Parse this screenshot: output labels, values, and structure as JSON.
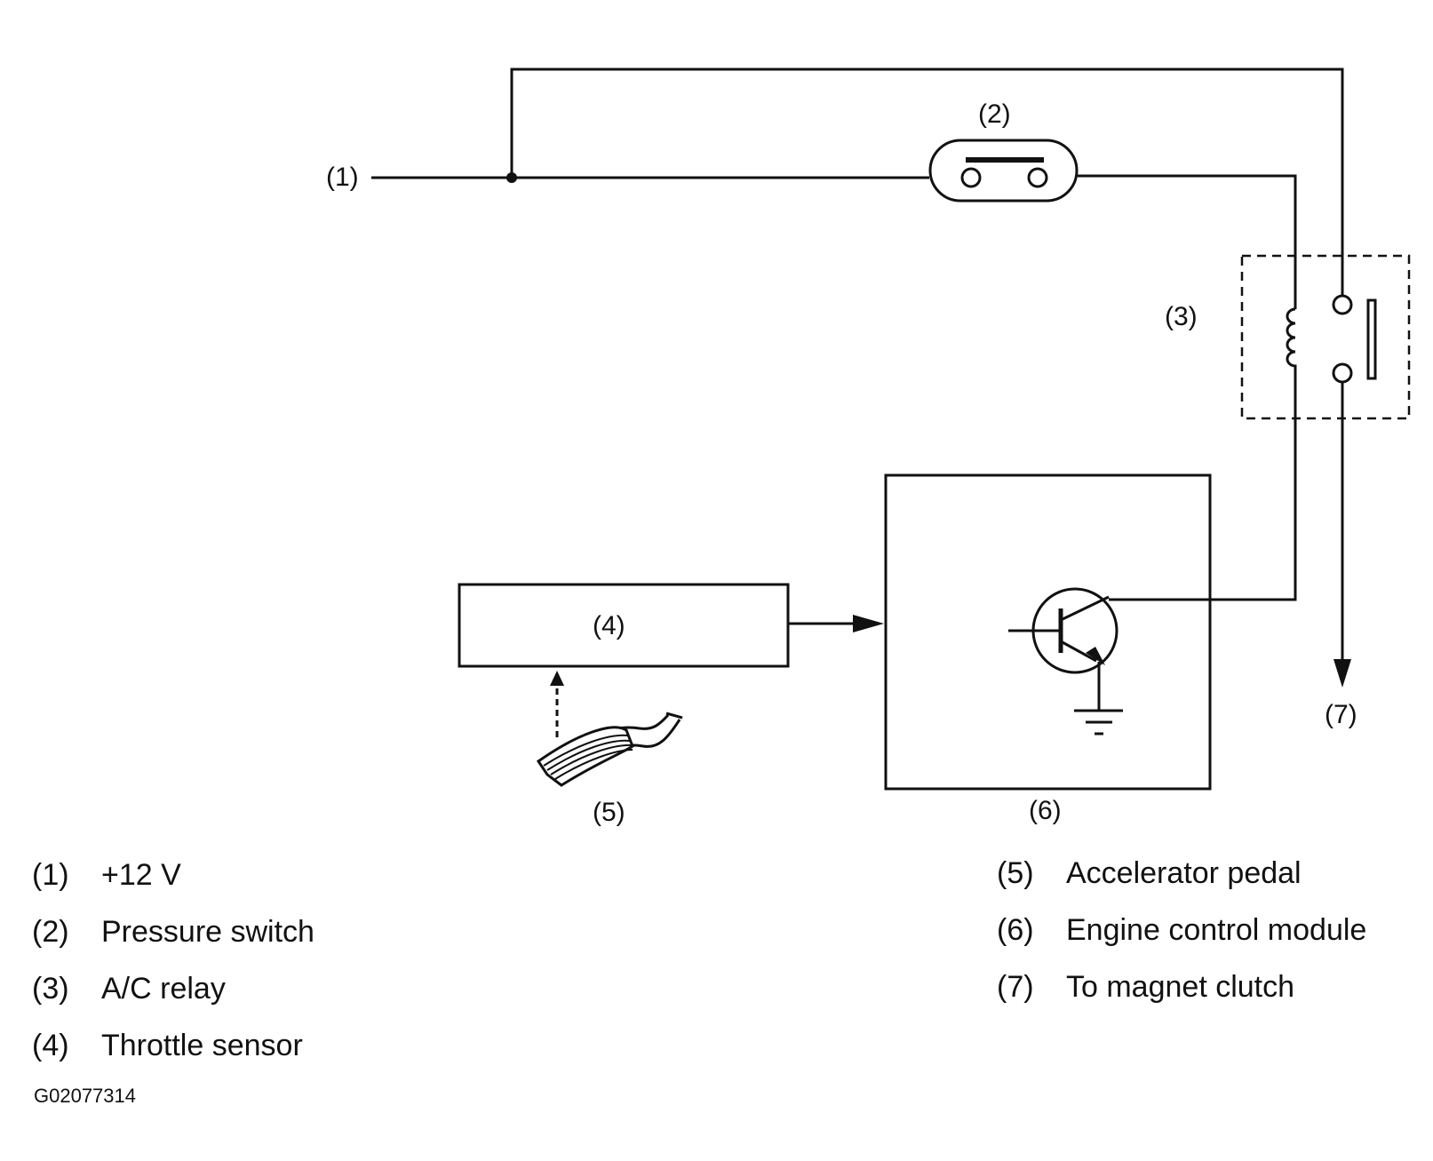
{
  "callouts": {
    "c1": "(1)",
    "c2": "(2)",
    "c3": "(3)",
    "c4": "(4)",
    "c5": "(5)",
    "c6": "(6)",
    "c7": "(7)"
  },
  "legend": [
    {
      "num": "(1)",
      "text": "+12 V"
    },
    {
      "num": "(2)",
      "text": "Pressure switch"
    },
    {
      "num": "(3)",
      "text": "A/C relay"
    },
    {
      "num": "(4)",
      "text": "Throttle sensor"
    },
    {
      "num": "(5)",
      "text": "Accelerator pedal"
    },
    {
      "num": "(6)",
      "text": "Engine control module"
    },
    {
      "num": "(7)",
      "text": "To magnet clutch"
    }
  ],
  "figure_code": "G02077314"
}
